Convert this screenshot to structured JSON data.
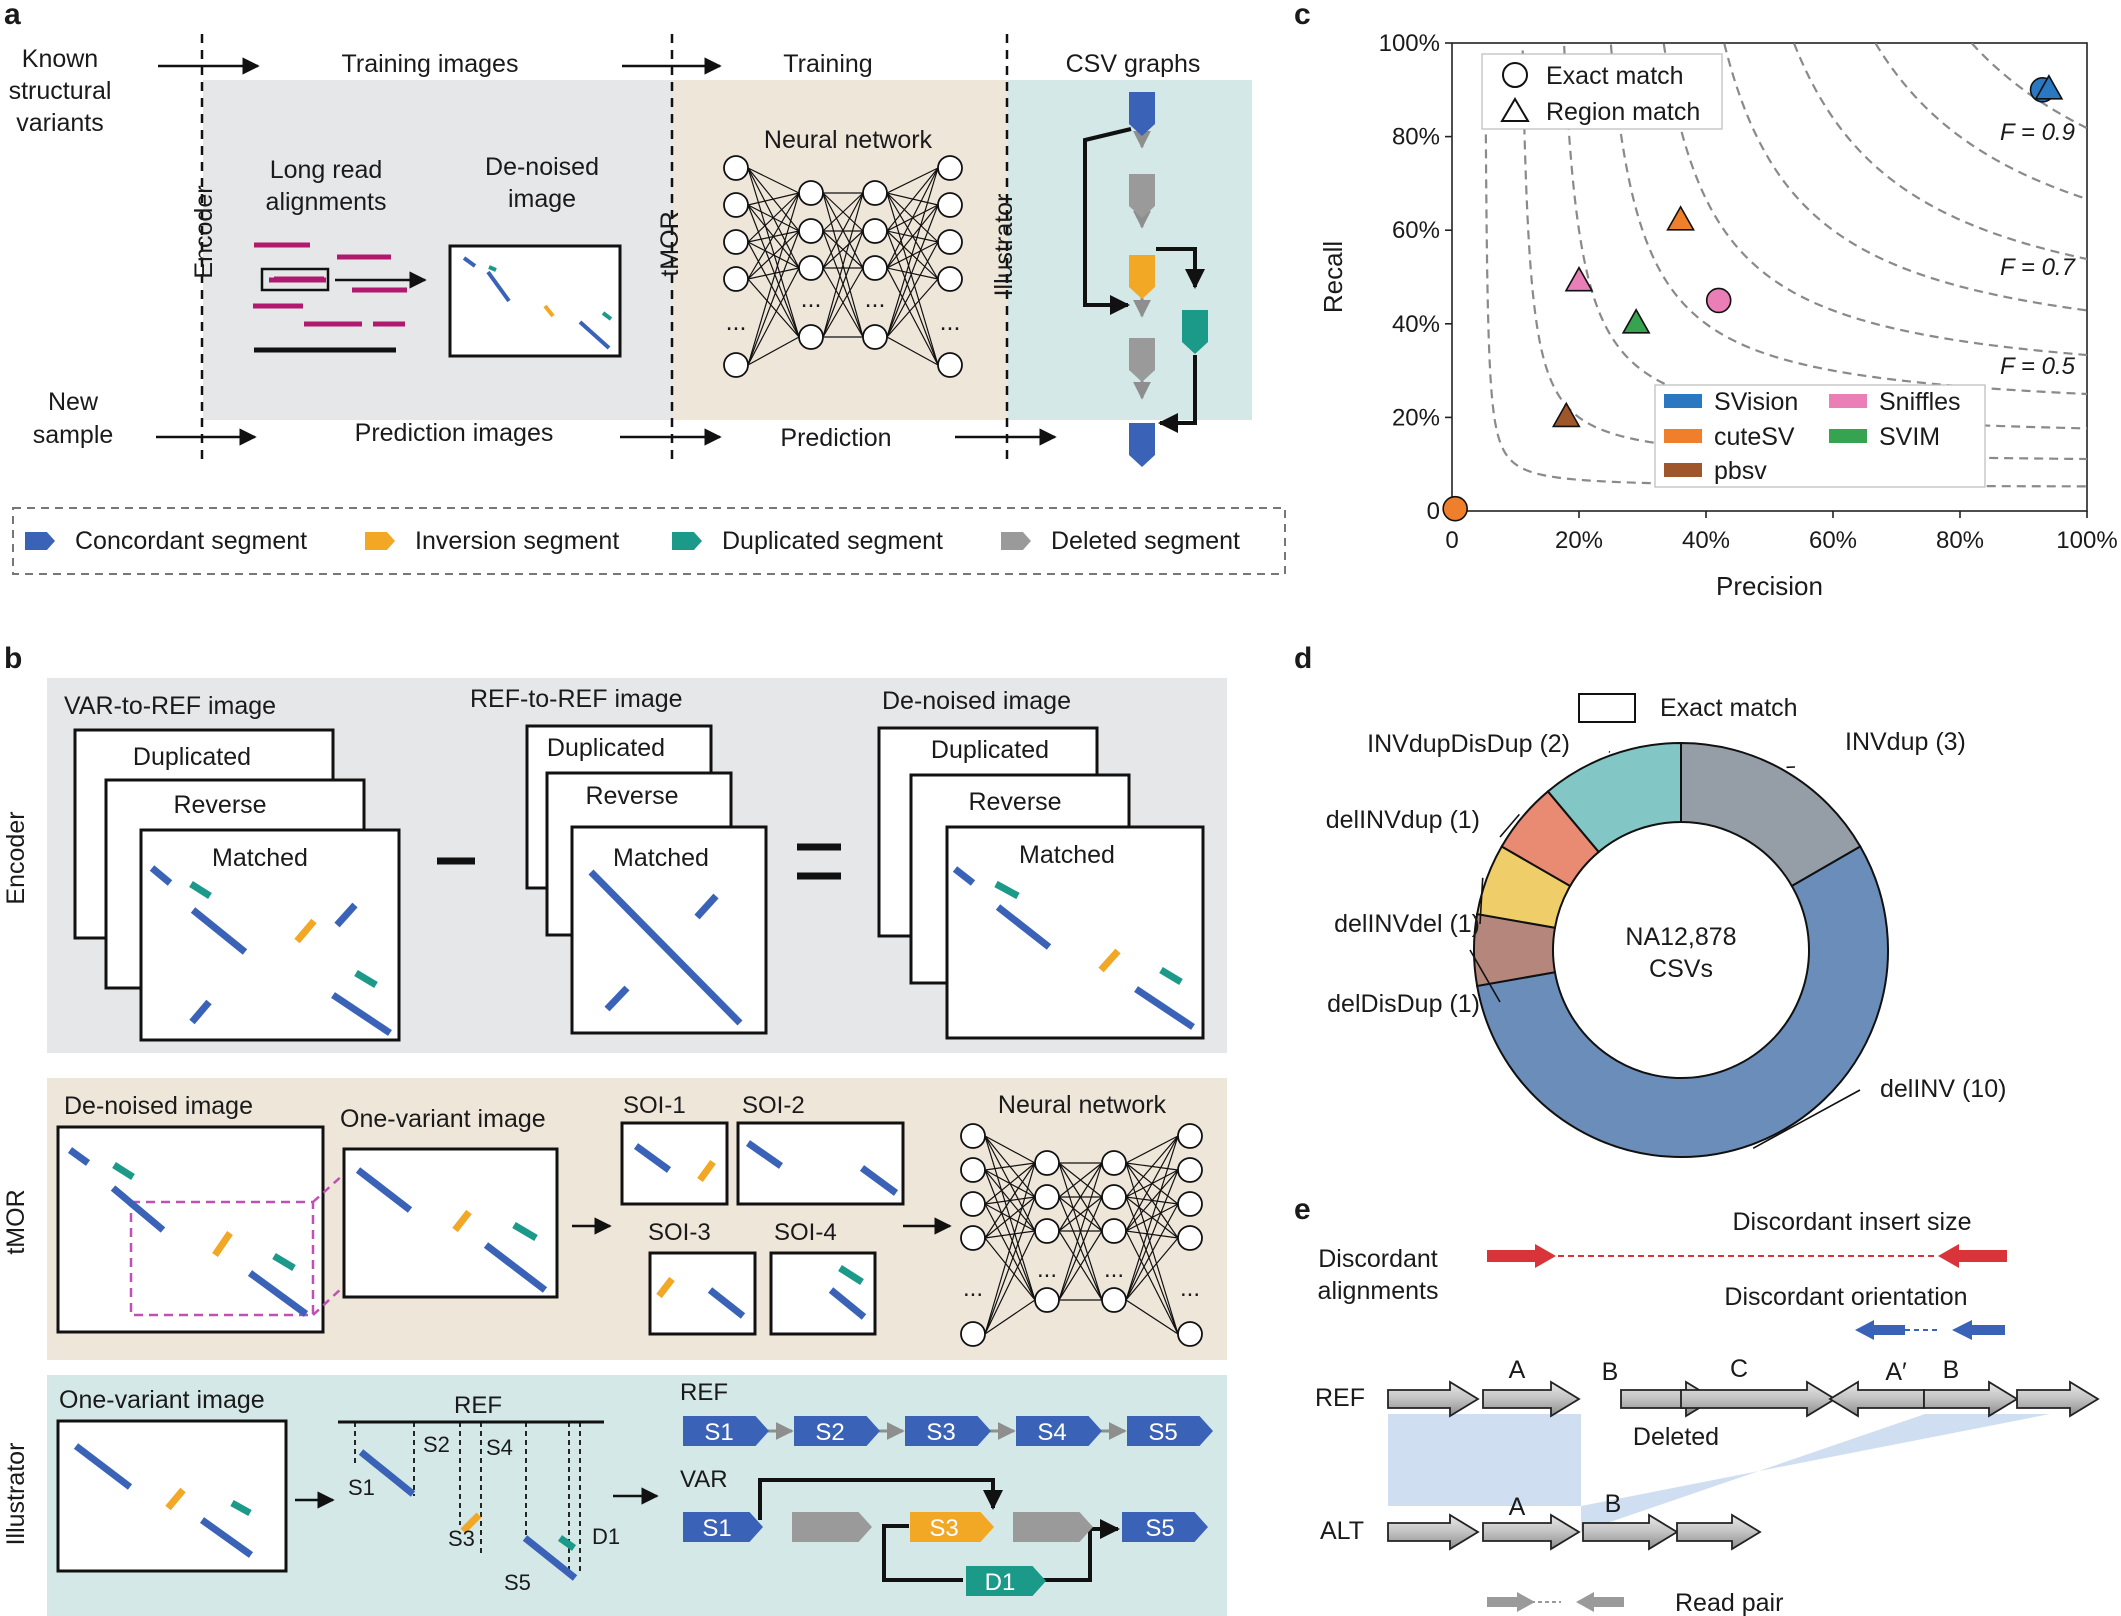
{
  "panels": {
    "a": "a",
    "b": "b",
    "c": "c",
    "d": "d",
    "e": "e"
  },
  "panel_a": {
    "known_sv": [
      "Known",
      "structural",
      "variants"
    ],
    "new_sample": [
      "New",
      "sample"
    ],
    "training_images": "Training images",
    "training": "Training",
    "csv_graphs": "CSV graphs",
    "prediction_images": "Prediction images",
    "prediction": "Prediction",
    "encoder": "Encoder",
    "tmor": "tMOR",
    "illustrator": "Illustrator",
    "long_read": [
      "Long read",
      "alignments"
    ],
    "denoised": [
      "De-noised",
      "image"
    ],
    "neural_network": "Neural network",
    "ellipsis": "...",
    "legend": [
      {
        "label": "Concordant segment",
        "color": "#3a63b8"
      },
      {
        "label": "Inversion segment",
        "color": "#f2a825"
      },
      {
        "label": "Duplicated segment",
        "color": "#1b9a8a"
      },
      {
        "label": "Deleted segment",
        "color": "#9a9a9a"
      }
    ]
  },
  "panel_b": {
    "encoder": "Encoder",
    "tmor": "tMOR",
    "illustrator": "Illustrator",
    "var_to_ref": "VAR-to-REF image",
    "ref_to_ref": "REF-to-REF image",
    "denoised": "De-noised image",
    "duplicated": "Duplicated",
    "reverse": "Reverse",
    "matched": "Matched",
    "one_variant": "One-variant image",
    "soi": [
      "SOI-1",
      "SOI-2",
      "SOI-3",
      "SOI-4"
    ],
    "neural_network": "Neural network",
    "ref": "REF",
    "var": "VAR",
    "segments": [
      "S1",
      "S2",
      "S3",
      "S4",
      "S5"
    ],
    "d1": "D1",
    "ellipsis": "..."
  },
  "panel_e": {
    "discordant_alignments": [
      "Discordant",
      "alignments"
    ],
    "discordant_insert": "Discordant insert size",
    "discordant_orientation": "Discordant orientation",
    "ref": "REF",
    "alt": "ALT",
    "letters": [
      "A",
      "B",
      "C",
      "A′",
      "B"
    ],
    "alt_letters": [
      "A",
      "B"
    ],
    "deleted": "Deleted",
    "read_pair": "Read pair"
  },
  "colors": {
    "concordant": "#3a63b8",
    "inversion": "#f2a825",
    "duplicated": "#1b9a8a",
    "deleted": "#9a9a9a",
    "encoder_bg": "#e6e7e9",
    "tmor_bg": "#efe6da",
    "illustrator_bg": "#d3e8e7",
    "magenta": "#b0196e",
    "red": "#d9343a",
    "shade": "#c7d9ee"
  },
  "chart_data": [
    {
      "type": "scatter",
      "panel": "c",
      "xlabel": "Precision",
      "ylabel": "Recall",
      "xlim": [
        0,
        100
      ],
      "ylim": [
        0,
        100
      ],
      "x_ticks": [
        "0",
        "20%",
        "40%",
        "60%",
        "80%",
        "100%"
      ],
      "y_ticks": [
        "0",
        "20%",
        "40%",
        "60%",
        "80%",
        "100%"
      ],
      "f_contours": [
        0.1,
        0.2,
        0.3,
        0.4,
        0.5,
        0.6,
        0.7,
        0.8,
        0.9
      ],
      "f_labels": [
        {
          "text": "F = 0.9",
          "f": 0.9
        },
        {
          "text": "F = 0.7",
          "f": 0.7
        },
        {
          "text": "F = 0.5",
          "f": 0.5
        }
      ],
      "shape_legend": [
        {
          "shape": "circle",
          "label": "Exact match"
        },
        {
          "shape": "triangle",
          "label": "Region match"
        }
      ],
      "legend": [
        {
          "name": "SVision",
          "color": "#2b78c2"
        },
        {
          "name": "cuteSV",
          "color": "#f07f2c"
        },
        {
          "name": "pbsv",
          "color": "#a0562b"
        },
        {
          "name": "Sniffles",
          "color": "#e97fb6"
        },
        {
          "name": "SVIM",
          "color": "#35a34f"
        }
      ],
      "points": [
        {
          "series": "SVision",
          "match": "exact",
          "x": 93,
          "y": 90
        },
        {
          "series": "SVision",
          "match": "region",
          "x": 94,
          "y": 90
        },
        {
          "series": "Sniffles",
          "match": "exact",
          "x": 42,
          "y": 45
        },
        {
          "series": "Sniffles",
          "match": "region",
          "x": 20,
          "y": 49
        },
        {
          "series": "cuteSV",
          "match": "region",
          "x": 36,
          "y": 62
        },
        {
          "series": "SVIM",
          "match": "region",
          "x": 29,
          "y": 40
        },
        {
          "series": "pbsv",
          "match": "region",
          "x": 18,
          "y": 20
        },
        {
          "series": "cuteSV",
          "match": "exact",
          "x": 0.5,
          "y": 0.5
        }
      ]
    },
    {
      "type": "pie",
      "panel": "d",
      "title": "",
      "center_text": [
        "NA12,878",
        "CSVs"
      ],
      "legend": "Exact match",
      "slices": [
        {
          "label": "INVdup (3)",
          "value": 3,
          "color": "#959ea6"
        },
        {
          "label": "delINV (10)",
          "value": 10,
          "color": "#6a8dba"
        },
        {
          "label": "delDisDup (1)",
          "value": 1,
          "color": "#b5877c"
        },
        {
          "label": "delINVdel (1)",
          "value": 1,
          "color": "#efce6a"
        },
        {
          "label": "delINVdup (1)",
          "value": 1,
          "color": "#e98a73"
        },
        {
          "label": "INVdupDisDup (2)",
          "value": 2,
          "color": "#82c7c6"
        }
      ]
    }
  ]
}
